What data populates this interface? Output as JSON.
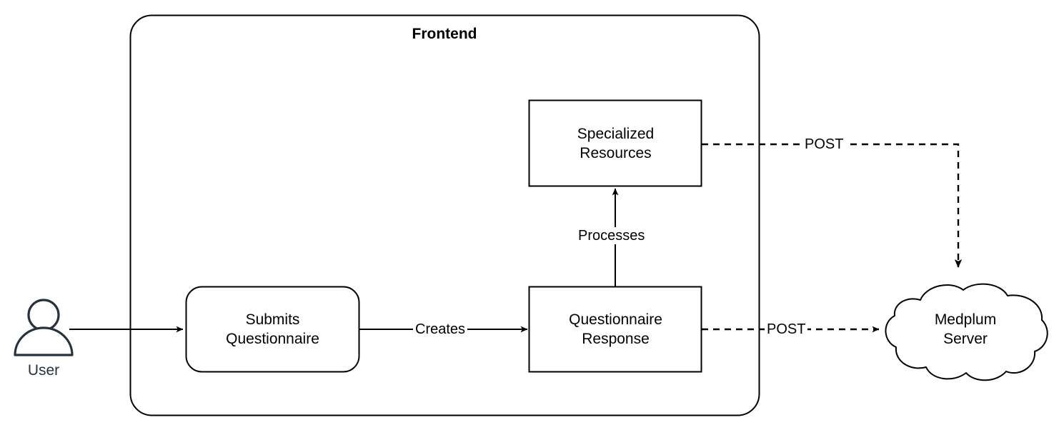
{
  "diagram": {
    "title": "Frontend",
    "background_color": "#ffffff",
    "stroke_color": "#000000",
    "actor_color": "#27323f",
    "container": {
      "label": "Frontend",
      "shape": "rounded-rectangle"
    },
    "actors": [
      {
        "id": "user",
        "label": "User",
        "icon": "user-icon",
        "shape": "actor"
      }
    ],
    "nodes": [
      {
        "id": "submits-questionnaire",
        "label": "Submits\nQuestionnaire",
        "shape": "rounded-rectangle",
        "container": "Frontend"
      },
      {
        "id": "questionnaire-response",
        "label": "Questionnaire\nResponse",
        "shape": "rectangle",
        "container": "Frontend"
      },
      {
        "id": "specialized-resources",
        "label": "Specialized\nResources",
        "shape": "rectangle",
        "container": "Frontend"
      },
      {
        "id": "medplum-server",
        "label": "Medplum\nServer",
        "shape": "cloud",
        "container": null
      }
    ],
    "edges": [
      {
        "id": "user-to-submits",
        "from": "user",
        "to": "submits-questionnaire",
        "label": "",
        "style": "solid",
        "arrow": "filled"
      },
      {
        "id": "submits-to-response",
        "from": "submits-questionnaire",
        "to": "questionnaire-response",
        "label": "Creates",
        "style": "solid",
        "arrow": "filled"
      },
      {
        "id": "response-to-specialized",
        "from": "questionnaire-response",
        "to": "specialized-resources",
        "label": "Processes",
        "style": "solid",
        "arrow": "filled"
      },
      {
        "id": "specialized-to-server",
        "from": "specialized-resources",
        "to": "medplum-server",
        "label": "POST",
        "style": "dashed",
        "arrow": "filled"
      },
      {
        "id": "response-to-server",
        "from": "questionnaire-response",
        "to": "medplum-server",
        "label": "POST",
        "style": "dashed",
        "arrow": "filled"
      }
    ]
  }
}
